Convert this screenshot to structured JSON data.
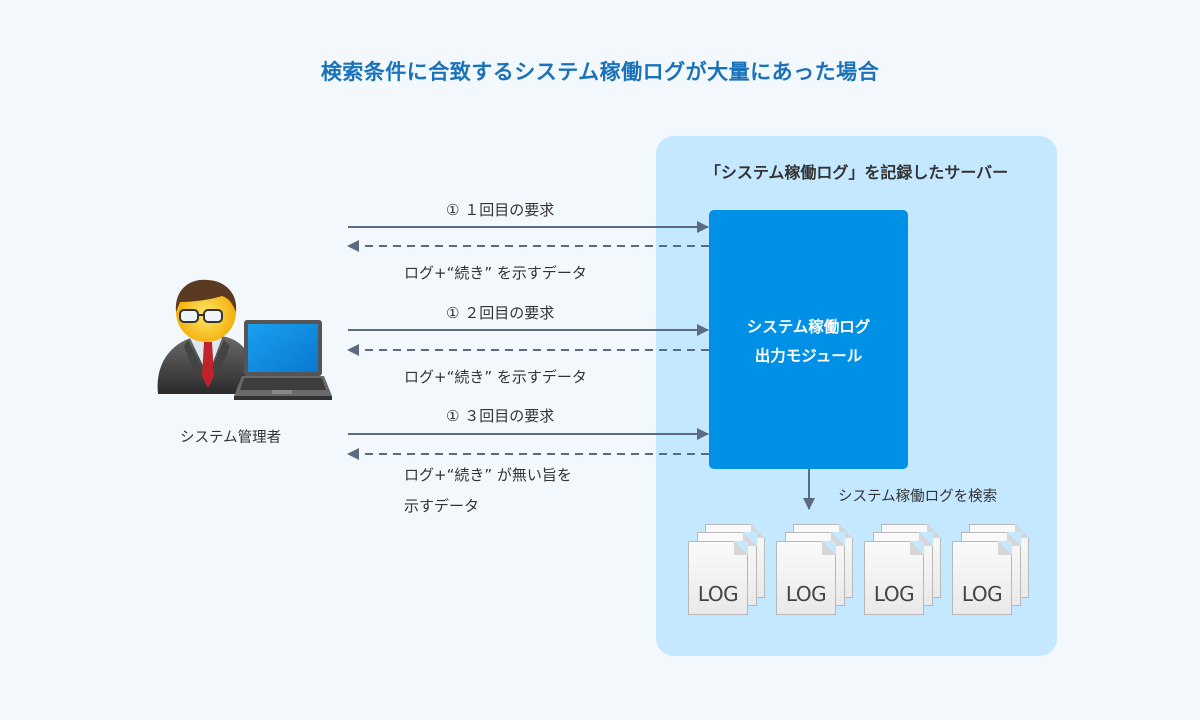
{
  "title": "検索条件に合致するシステム稼働ログが大量にあった場合",
  "server": {
    "label": "「システム稼働ログ」を記録したサーバー",
    "module_label_line1": "システム稼働ログ",
    "module_label_line2": "出力モジュール",
    "search_label": "システム稼働ログを検索",
    "log_files": [
      "LOG",
      "LOG",
      "LOG",
      "LOG"
    ]
  },
  "actor": {
    "label": "システム管理者",
    "icon": "admin-with-laptop-icon"
  },
  "exchanges": [
    {
      "request": "① １回目の要求",
      "response_line1": "ログ+“続き” を示すデータ",
      "response_line2": ""
    },
    {
      "request": "① ２回目の要求",
      "response_line1": "ログ+“続き” を示すデータ",
      "response_line2": ""
    },
    {
      "request": "① ３回目の要求",
      "response_line1": "ログ+“続き” が無い旨を",
      "response_line2": "示すデータ"
    }
  ],
  "colors": {
    "title": "#1a72bb",
    "server_bg": "#c4e8ff",
    "module_bg": "#0090e6",
    "arrow": "#5b6b80",
    "background": "#f3f8fc"
  }
}
